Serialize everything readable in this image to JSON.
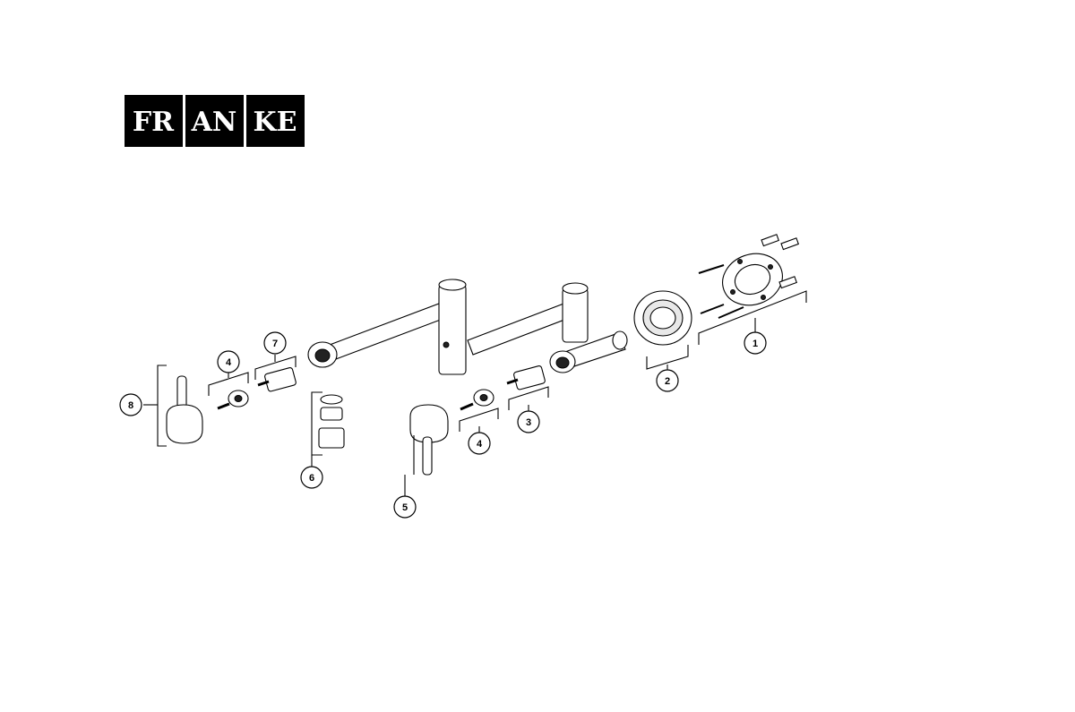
{
  "logo": {
    "letters": [
      "FR",
      "AN",
      "KE"
    ],
    "color": "#000000"
  },
  "callouts": [
    {
      "id": "c1",
      "label": "1"
    },
    {
      "id": "c2",
      "label": "2"
    },
    {
      "id": "c3",
      "label": "3"
    },
    {
      "id": "c4a",
      "label": "4"
    },
    {
      "id": "c4b",
      "label": "4"
    },
    {
      "id": "c5",
      "label": "5"
    },
    {
      "id": "c6",
      "label": "6"
    },
    {
      "id": "c7",
      "label": "7"
    },
    {
      "id": "c8",
      "label": "8"
    }
  ]
}
